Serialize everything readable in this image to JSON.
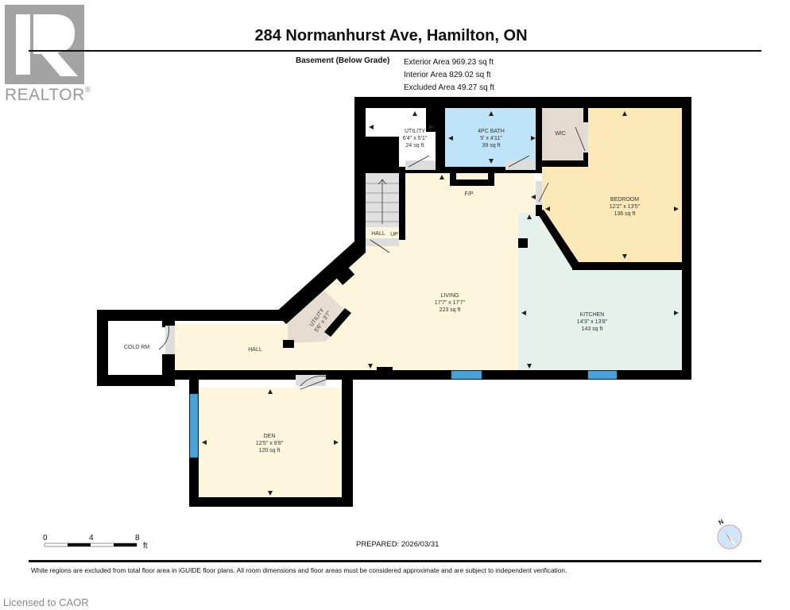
{
  "branding": {
    "logo_letter": "R",
    "logo_text": "REALTOR",
    "registered_mark": "®",
    "license_text": "Licensed to CAOR"
  },
  "header": {
    "title": "284 Normanhurst Ave, Hamilton, ON",
    "level_name": "Basement (Below Grade)",
    "exterior_area": "Exterior Area 969.23 sq ft",
    "interior_area": "Interior Area 829.02 sq ft",
    "excluded_area": "Excluded Area 49.27 sq ft"
  },
  "rooms": {
    "utility1": {
      "name": "UTILITY",
      "dims": "6'4\" x 5'1\"",
      "area": "24 sq ft"
    },
    "bath": {
      "name": "4PC BATH",
      "dims": "5' x 4'11\"",
      "area": "39 sq ft"
    },
    "wic": {
      "name": "WIC"
    },
    "bedroom": {
      "name": "BEDROOM",
      "dims": "12'2\" x 13'5\"",
      "area": "136 sq ft"
    },
    "fp": {
      "name": "F/P"
    },
    "stair_hall": {
      "name": "HALL",
      "up": "UP"
    },
    "living": {
      "name": "LIVING",
      "dims": "17'7\" x 17'7\"",
      "area": "223 sq ft"
    },
    "kitchen": {
      "name": "KITCHEN",
      "dims": "14'3\" x 13'8\"",
      "area": "143 sq ft"
    },
    "utility2": {
      "name": "UTILITY",
      "dims": "5'6\" x 3'7\""
    },
    "cold_room": {
      "name": "COLD RM"
    },
    "hall": {
      "name": "HALL"
    },
    "den": {
      "name": "DEN",
      "dims": "12'5\" x 9'8\"",
      "area": "120 sq ft"
    }
  },
  "scale_bar": {
    "tick_0": "0",
    "tick_4": "4",
    "tick_8": "8",
    "unit": "ft"
  },
  "compass": {
    "north_label": "N"
  },
  "footer": {
    "prepared": "PREPARED:  2026/03/31",
    "disclaimer": "White regions are excluded from total floor area in iGUIDE floor plans. All room dimensions and floor areas must be considered approximate and are subject to independent verification."
  },
  "colors": {
    "wall": "#000000",
    "living_fill": "#fdf6dc",
    "bedroom_fill": "#fde8b8",
    "kitchen_fill": "#e5f2ec",
    "bath_fill": "#bfe3f8",
    "wic_fill": "#e3dbd0",
    "utility2_fill": "#e6ddd0",
    "window": "#4aa3d8",
    "logo_gray": "#a3a3a3"
  }
}
